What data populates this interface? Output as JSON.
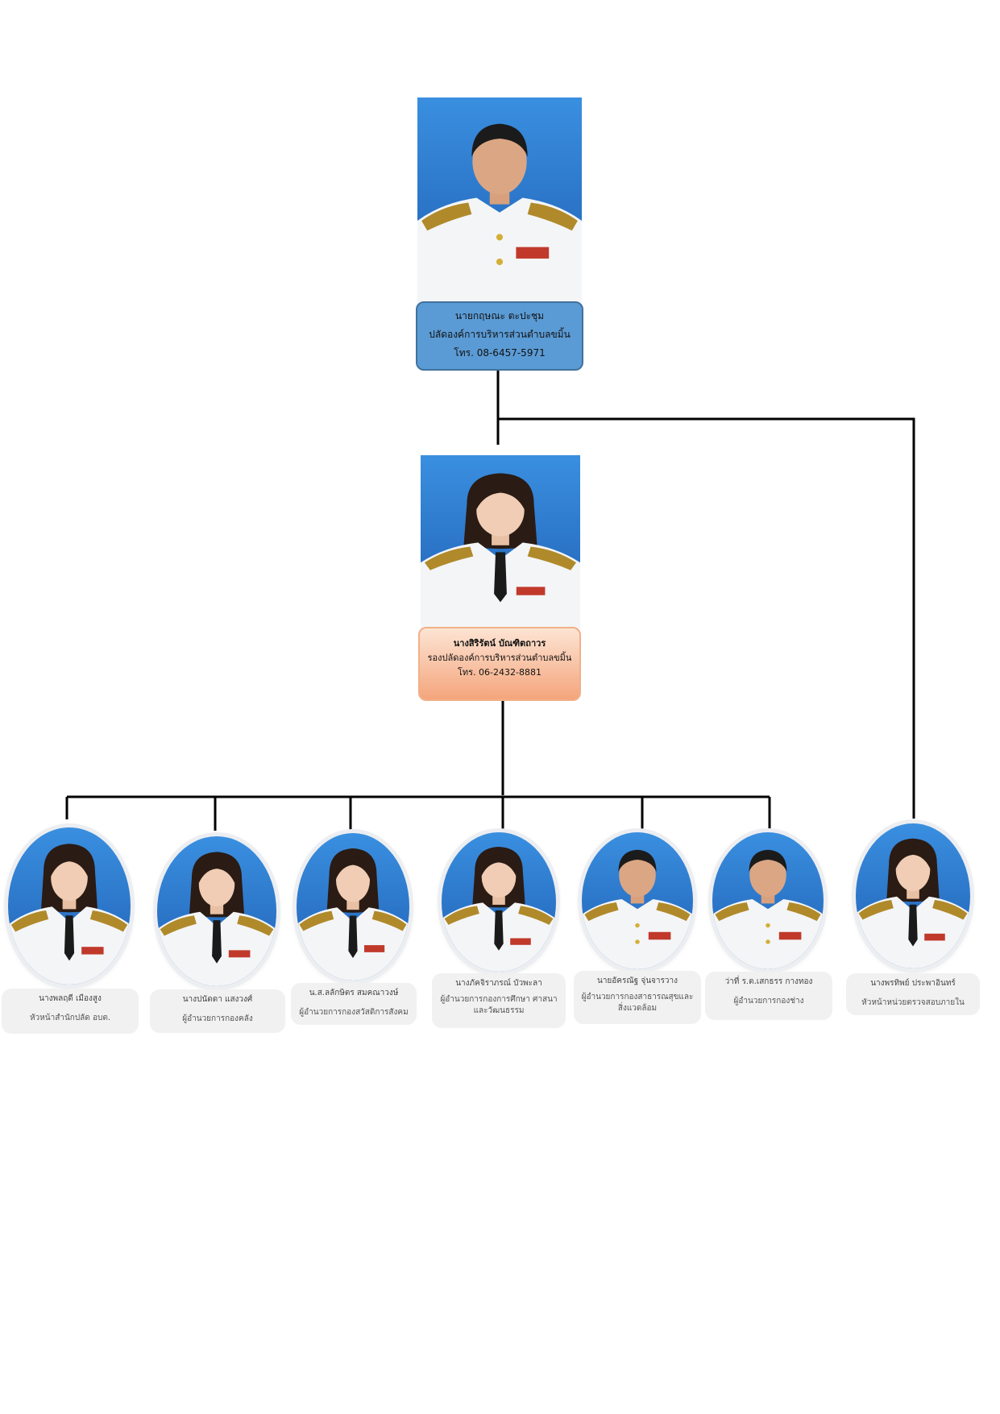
{
  "colors": {
    "card_top": "#5b9bd5",
    "card_deputy_top": "#fde4d3",
    "card_deputy_bottom": "#f4a57c",
    "connector": "#000000",
    "photo_bg_blue": "#2f7fcf",
    "uniform": "#f4f5f7",
    "label_bg": "#f1f1f1"
  },
  "head": {
    "name": "นายกฤษณะ      ตะปะชุม",
    "position": "ปลัดองค์การบริหารส่วนตำบลขมิ้น",
    "phone": "โทร. 08-6457-5971",
    "photo": "portrait-male-white-uniform"
  },
  "deputy": {
    "name": "นางสิริรัตน์  บัณฑิตถาวร",
    "position": "รองปลัดองค์การบริหารส่วนตำบลขมิ้น",
    "phone": "โทร. 06-2432-8881",
    "photo": "portrait-female-white-uniform"
  },
  "staff": [
    {
      "name": "นางพลฤดี เมืองสูง",
      "position": "หัวหน้าสำนักปลัด อบต.",
      "photo": "portrait-female"
    },
    {
      "name": "นางปนัดดา แสงวงศ์",
      "position": "ผู้อำนวยการกองคลัง",
      "photo": "portrait-female"
    },
    {
      "name": "น.ส.ลลักษิตร สมคณาวงษ์",
      "position": "ผู้อำนวยการกองสวัสดิการสังคม",
      "photo": "portrait-female"
    },
    {
      "name": "นางภัคจิราภรณ์ บัวพะลา",
      "position": "ผู้อำนวยการกองการศึกษา ศาสนาและวัฒนธรรม",
      "photo": "portrait-female"
    },
    {
      "name": "นายอัครณัฐ จุ่นจารวาง",
      "position": "ผู้อำนวยการกองสาธารณสุขและสิ่งแวดล้อม",
      "photo": "portrait-male"
    },
    {
      "name": "ว่าที่ ร.ต.เสกธรร กางทอง",
      "position": "ผู้อำนวยการกองช่าง",
      "photo": "portrait-male"
    },
    {
      "name": "นางพรทิพย์ ประพาอินทร์",
      "position": "หัวหน้าหน่วยตรวจสอบภายใน",
      "photo": "portrait-female"
    }
  ]
}
